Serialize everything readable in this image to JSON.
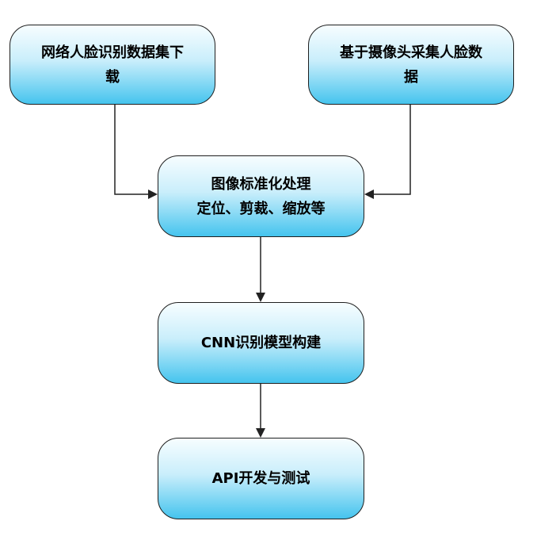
{
  "nodes": {
    "dataset_download": {
      "lines": [
        "网络人脸识别数据集下",
        "载"
      ]
    },
    "camera_capture": {
      "lines": [
        "基于摄像头采集人脸数",
        "据"
      ]
    },
    "standardization": {
      "lines": [
        "图像标准化处理",
        "定位、剪裁、缩放等"
      ]
    },
    "cnn_model": {
      "lines": [
        "CNN识别模型构建"
      ]
    },
    "api_dev": {
      "lines": [
        "API开发与测试"
      ]
    }
  },
  "edges": [
    {
      "from": "dataset_download",
      "to": "standardization"
    },
    {
      "from": "camera_capture",
      "to": "standardization"
    },
    {
      "from": "standardization",
      "to": "cnn_model"
    },
    {
      "from": "cnn_model",
      "to": "api_dev"
    }
  ]
}
